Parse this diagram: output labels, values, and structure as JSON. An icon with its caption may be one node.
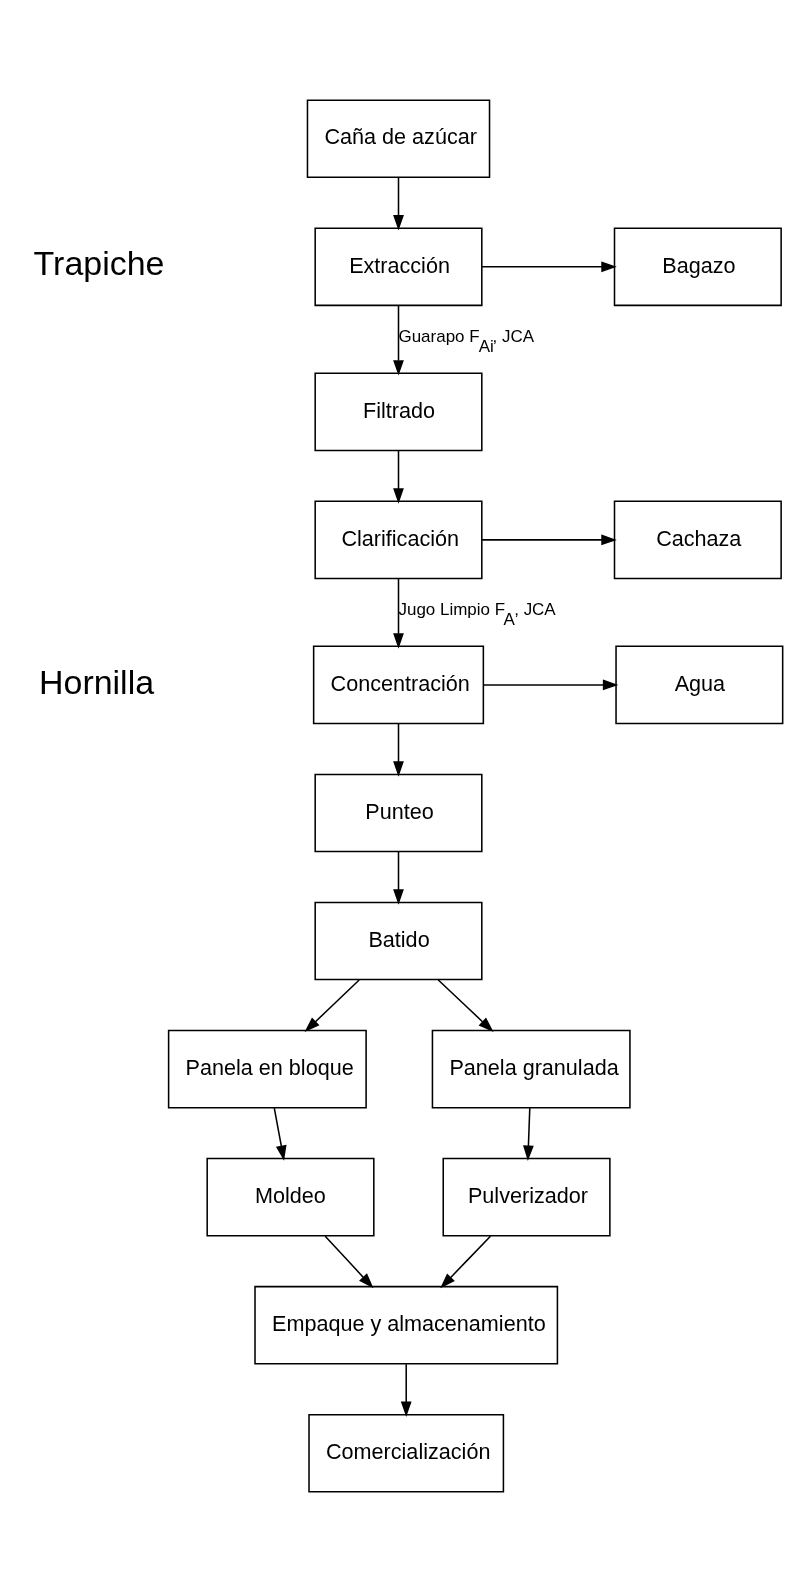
{
  "diagram": {
    "nodes": [
      {
        "text": [
          "Caña de azúcar"
        ]
      },
      {
        "text": [
          "Extracción"
        ]
      },
      {
        "text": [
          "Bagazo"
        ]
      },
      {
        "text": [
          "Filtrado"
        ]
      },
      {
        "text": [
          "Clarificación"
        ]
      },
      {
        "text": [
          "Cachaza"
        ]
      },
      {
        "text": [
          "Concentración"
        ]
      },
      {
        "text": [
          "Agua"
        ]
      },
      {
        "text": [
          "Punteo"
        ]
      },
      {
        "text": [
          "Batido"
        ]
      },
      {
        "text": [
          "Panela en bloque"
        ]
      },
      {
        "text": [
          "Panela granulada"
        ]
      },
      {
        "text": [
          "Moldeo"
        ]
      },
      {
        "text": [
          "Pulverizador"
        ]
      },
      {
        "text": [
          "Empaque y almacenamiento"
        ]
      },
      {
        "text": [
          "Comercialización"
        ]
      }
    ],
    "edges": [
      {
        "from": 0,
        "to": 1,
        "arrow": "to"
      },
      {
        "from": 1,
        "to": 2,
        "arrow": "to"
      },
      {
        "from": 1,
        "to": 3,
        "arrow": "to",
        "label": "Guarapo F$_{Ai}$, JCA"
      },
      {
        "from": 3,
        "to": 4,
        "arrow": "to"
      },
      {
        "from": 4,
        "to": 5,
        "arrow": "to"
      },
      {
        "from": 4,
        "to": 6,
        "arrow": "to",
        "label": "Jugo Limpio F$_{A}$, JCA"
      },
      {
        "from": 6,
        "to": 7,
        "arrow": "to"
      },
      {
        "from": 6,
        "to": 8,
        "arrow": "to"
      },
      {
        "from": 8,
        "to": 9,
        "arrow": "to"
      },
      {
        "from": 9,
        "to": 10,
        "arrow": "to"
      },
      {
        "from": 9,
        "to": 11,
        "arrow": "to"
      },
      {
        "from": 10,
        "to": 12,
        "arrow": "to"
      },
      {
        "from": 11,
        "to": 13,
        "arrow": "to"
      },
      {
        "from": 12,
        "to": 14,
        "arrow": "to"
      },
      {
        "from": 13,
        "to": 14,
        "arrow": "to"
      },
      {
        "from": 14,
        "to": 15,
        "arrow": "to"
      }
    ],
    "labels": [
      "Trapiche",
      "Hornilla"
    ]
  }
}
